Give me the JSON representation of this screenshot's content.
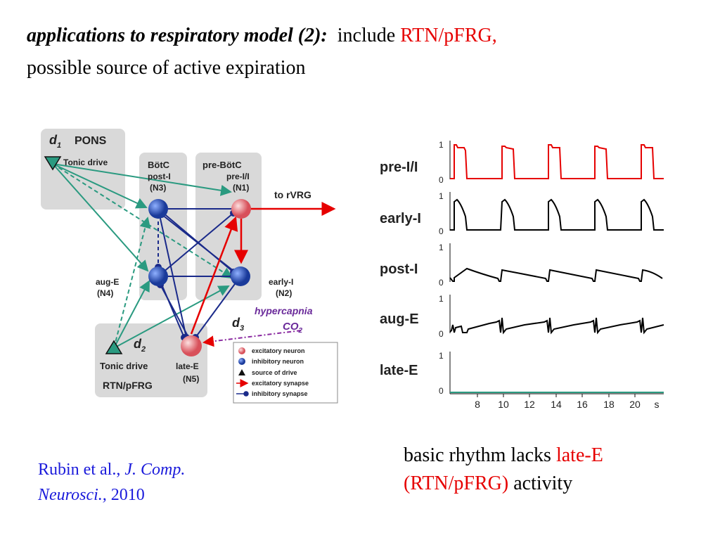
{
  "title": {
    "italic": "applications to respiratory model (2):",
    "plain": "include",
    "highlight": "RTN/pFRG,",
    "line2": "possible source of active expiration"
  },
  "diagram": {
    "d1_label": "d",
    "d1_sub": "1",
    "pons": "PONS",
    "tonic_drive_top": "Tonic drive",
    "botc": "BötC",
    "post_i": "post-I",
    "n3": "(N3)",
    "pre_botc": "pre-BötC",
    "pre_i": "pre-I/I",
    "n1": "(N1)",
    "to_rvrg": "to rVRG",
    "aug_e": "aug-E",
    "n4": "(N4)",
    "early_i": "early-I",
    "n2": "(N2)",
    "hypercapnia": "hypercapnia",
    "co2": "CO",
    "co2_sub": "2",
    "d3_label": "d",
    "d3_sub": "3",
    "d2_label": "d",
    "d2_sub": "2",
    "tonic_drive_bottom": "Tonic drive",
    "rtn": "RTN/pFRG",
    "late_e": "late-E",
    "n5": "(N5)",
    "legend": [
      "excitatory neuron",
      "inhibitory neuron",
      "source of drive",
      "excitatory synapse",
      "inhibitory synapse"
    ],
    "colors": {
      "excitatory": "#e8828a",
      "inhibitory": "#2a4fb0",
      "drive": "#2a9a80",
      "inhib_line": "#1a2a8a"
    }
  },
  "traces": {
    "rows": [
      {
        "label": "pre-I/I",
        "color": "#e60000"
      },
      {
        "label": "early-I",
        "color": "#000000"
      },
      {
        "label": "post-I",
        "color": "#000000"
      },
      {
        "label": "aug-E",
        "color": "#000000"
      },
      {
        "label": "late-E",
        "color": "#2a9a80"
      }
    ],
    "y_ticks": [
      "1",
      "0"
    ],
    "x_ticks": [
      "8",
      "10",
      "12",
      "14",
      "16",
      "18",
      "20"
    ],
    "x_unit": "s"
  },
  "citation": {
    "authors": "Rubin et al.,",
    "journal_a": "J. Comp.",
    "journal_b": "Neurosci.,",
    "year": "2010"
  },
  "note": {
    "a": "basic rhythm lacks",
    "b": "late-E",
    "c": "(RTN/pFRG)",
    "d": "activity"
  }
}
